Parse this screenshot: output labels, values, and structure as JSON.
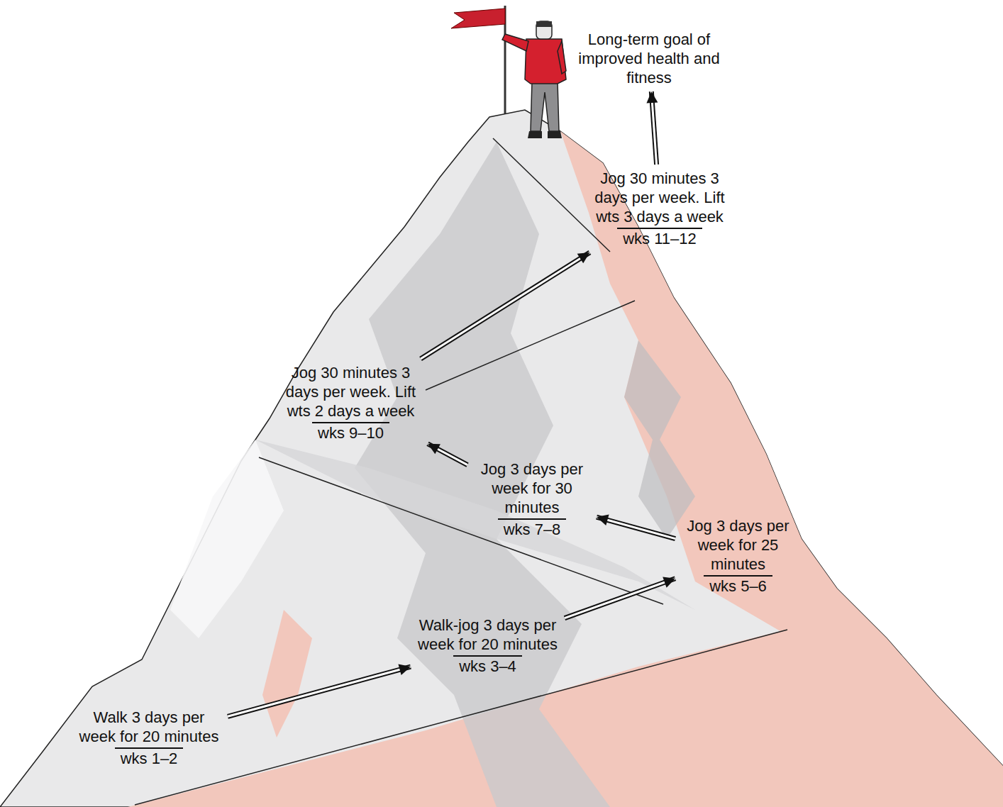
{
  "diagram": {
    "nodes": [
      {
        "text": [
          "Long-term goal of improved health and fitness"
        ]
      },
      {
        "text": [
          "Jog 30 minutes 3 days per week. Lift wts 3 days a week",
          "wks 11–12"
        ]
      },
      {
        "text": [
          "Jog 30 minutes 3 days per week. Lift wts 2 days a week",
          "wks 9–10"
        ]
      },
      {
        "text": [
          "Jog 3 days per week for 30 minutes",
          "wks 7–8"
        ]
      },
      {
        "text": [
          "Jog 3 days per week for 25 minutes",
          "wks 5–6"
        ]
      },
      {
        "text": [
          "Walk-jog 3 days per week for 20 minutes",
          "wks 3–4"
        ]
      },
      {
        "text": [
          "Walk 3 days per week for 20 minutes",
          "wks 1–2"
        ]
      }
    ],
    "edges": [
      {
        "from": 6,
        "to": 5,
        "arrow": "to"
      },
      {
        "from": 5,
        "to": 4,
        "arrow": "to"
      },
      {
        "from": 4,
        "to": 3,
        "arrow": "to"
      },
      {
        "from": 3,
        "to": 2,
        "arrow": "to"
      },
      {
        "from": 2,
        "to": 1,
        "arrow": "to"
      },
      {
        "from": 1,
        "to": 0,
        "arrow": "to"
      }
    ]
  }
}
